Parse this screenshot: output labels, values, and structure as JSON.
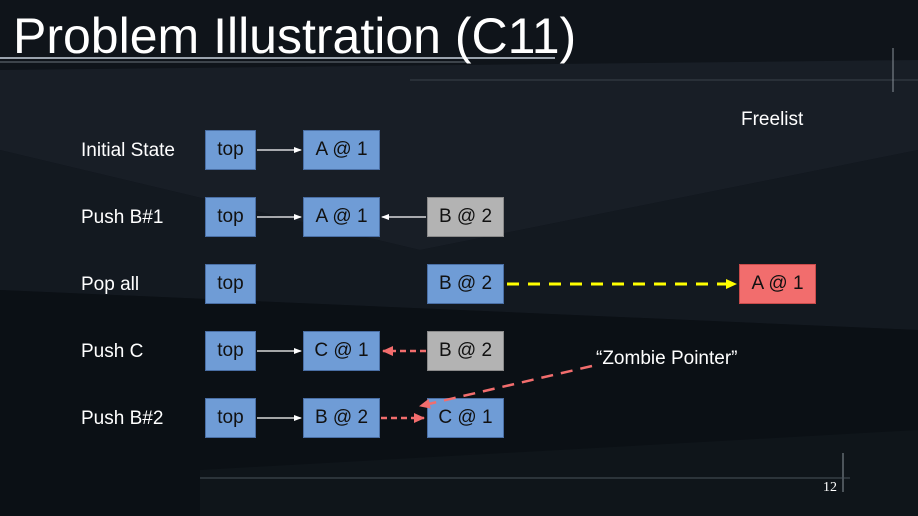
{
  "slide": {
    "title": "Problem Illustration (C11)",
    "page_number": "12"
  },
  "rows": [
    {
      "label": "Initial State"
    },
    {
      "label": "Push B#1"
    },
    {
      "label": "Pop all"
    },
    {
      "label": "Push C"
    },
    {
      "label": "Push B#2"
    }
  ],
  "nodes": {
    "top": "top",
    "a1": "A @ 1",
    "b2": "B @ 2",
    "c1": "C @ 1"
  },
  "freelist": {
    "label": "Freelist",
    "node": "A @ 1"
  },
  "zombie_label": "“Zombie Pointer”",
  "colors": {
    "node_blue": "#6f9cd6",
    "node_gray": "#b3b3b3",
    "node_red": "#f26d6d",
    "arrow_yellow": "#ffff00",
    "arrow_red_dashed": "#f26d6d"
  }
}
